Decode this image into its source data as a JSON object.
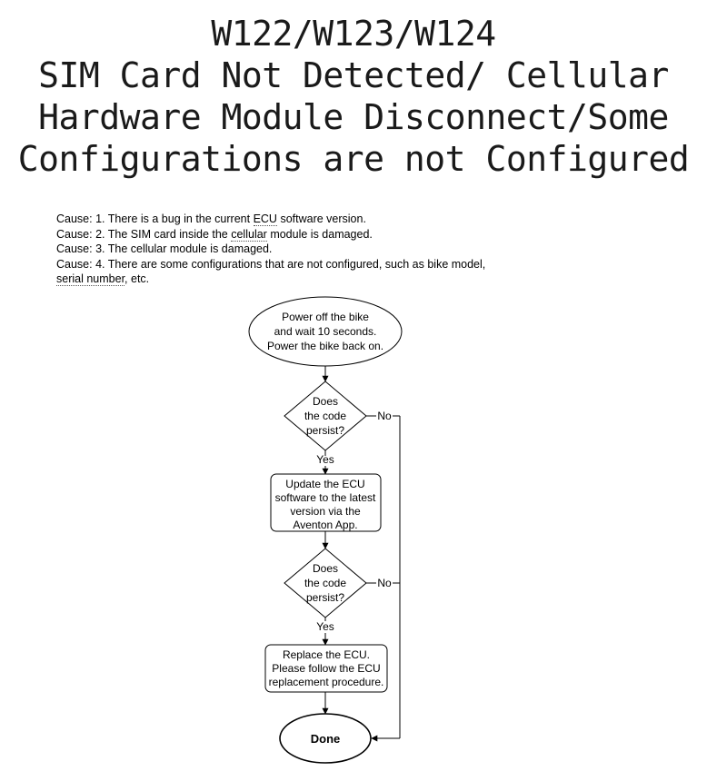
{
  "title_lines": [
    "W122/W123/W124",
    "SIM Card Not Detected/ Cellular",
    "Hardware Module Disconnect/Some",
    "Configurations are not Configured"
  ],
  "causes": {
    "c1_prefix": "Cause: 1. There is a bug in the current ",
    "c1_term": "ECU",
    "c1_suffix": " software version.",
    "c2_prefix": "Cause: 2. The SIM card inside the ",
    "c2_term": "cellular",
    "c2_suffix": " module is damaged.",
    "c3": "Cause: 3. The cellular module is damaged.",
    "c4": "Cause: 4. There are some configurations that are not configured, such as bike model,",
    "c4b_term": "serial number",
    "c4b_suffix": ", etc."
  },
  "flowchart": {
    "start": [
      "Power off the bike",
      "and wait 10 seconds.",
      "Power the bike back on."
    ],
    "decision1": [
      "Does",
      "the code",
      "persist?"
    ],
    "step_update": [
      "Update the ECU",
      "software to the latest",
      "version via the",
      "Aventon App."
    ],
    "decision2": [
      "Does",
      "the code",
      "persist?"
    ],
    "step_replace": [
      "Replace the ECU.",
      "Please follow the ECU",
      "replacement procedure."
    ],
    "end": "Done",
    "yes_label": "Yes",
    "no_label": "No"
  }
}
